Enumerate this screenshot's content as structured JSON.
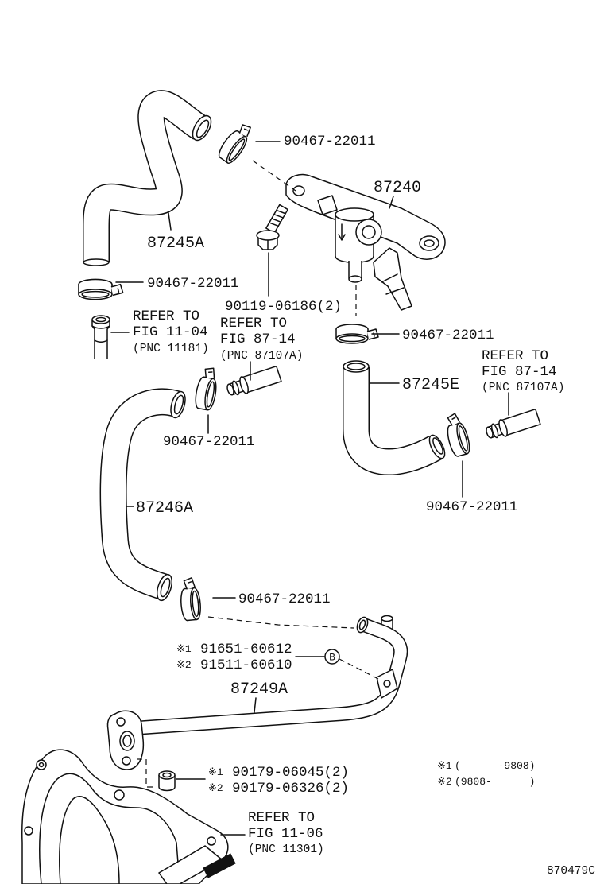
{
  "drawing_number": "870479C",
  "labels": {
    "clamp_top": "90467-22011",
    "vacuum_valve": "87240",
    "hose_87245a": "87245A",
    "clamp_hose_a_lower": "90467-22011",
    "bolt": "90119-06186(2)",
    "clamp_valve_outlet": "90467-22011",
    "hose_87245e": "87245E",
    "clamp_hose_46a_upper": "90467-22011",
    "hose_87246a": "87246A",
    "clamp_hose_e_lower": "90467-22011",
    "clamp_hose_46a_lower": "90467-22011",
    "pipe_87249a": "87249A"
  },
  "gasket": [
    {
      "mark": "※1",
      "number": "91651-60612"
    },
    {
      "mark": "※2",
      "number": "91511-60610"
    }
  ],
  "gasket_marker": "B",
  "nut": [
    {
      "mark": "※1",
      "number": "90179-06045(2)"
    },
    {
      "mark": "※2",
      "number": "90179-06326(2)"
    }
  ],
  "references": {
    "fig_11_04": {
      "line1": "REFER TO",
      "line2": "FIG 11-04",
      "line3": "(PNC 11181)"
    },
    "fig_87_14_left": {
      "line1": "REFER TO",
      "line2": "FIG 87-14",
      "line3": "(PNC 87107A)"
    },
    "fig_87_14_right": {
      "line1": "REFER TO",
      "line2": "FIG 87-14",
      "line3": "(PNC 87107A)"
    },
    "fig_11_06": {
      "line1": "REFER TO",
      "line2": "FIG 11-06",
      "line3": "(PNC 11301)"
    }
  },
  "notes": [
    {
      "mark": "※1",
      "range": "(      -9808)"
    },
    {
      "mark": "※2",
      "range": "(9808-      )"
    }
  ]
}
